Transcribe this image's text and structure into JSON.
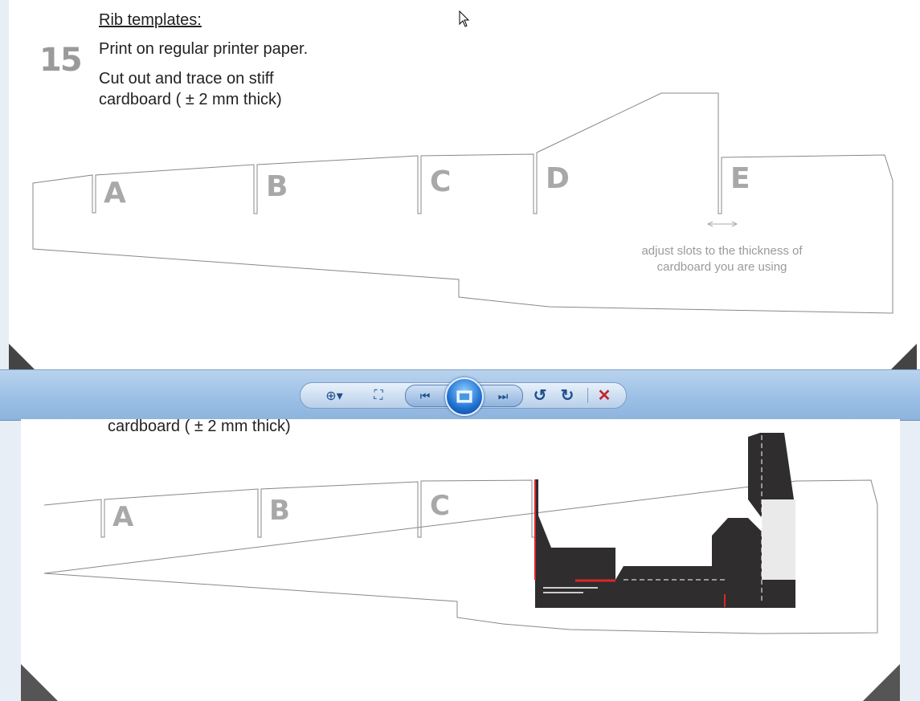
{
  "top_page": {
    "heading": "Rib templates:",
    "step_number": "15",
    "line1": "Print on regular printer paper.",
    "line2": "Cut out and trace on stiff cardboard ( ± 2 mm thick)",
    "rib_labels": [
      "A",
      "B",
      "C",
      "D",
      "E"
    ],
    "note": "adjust slots to the thickness of cardboard you are using"
  },
  "bottom_page": {
    "line2_tail": "cardboard ( ± 2 mm thick)",
    "rib_labels": [
      "A",
      "B",
      "C"
    ]
  },
  "toolbar": {
    "icons": [
      "zoom-icon",
      "fit-window-icon",
      "previous-icon",
      "slideshow-icon",
      "next-icon",
      "rotate-left-icon",
      "rotate-right-icon",
      "delete-icon"
    ],
    "zoom_glyph": "⊕▾",
    "fit_glyph": "⛶",
    "prev_glyph": "⏮",
    "next_glyph": "⏭",
    "rotate_left_glyph": "↺",
    "rotate_right_glyph": "↻",
    "delete_glyph": "✕"
  },
  "colors": {
    "toolbar": "#9cc0e6",
    "delete": "#c0262b",
    "part_dark": "#2f2d2e",
    "part_red": "#d9262b"
  }
}
